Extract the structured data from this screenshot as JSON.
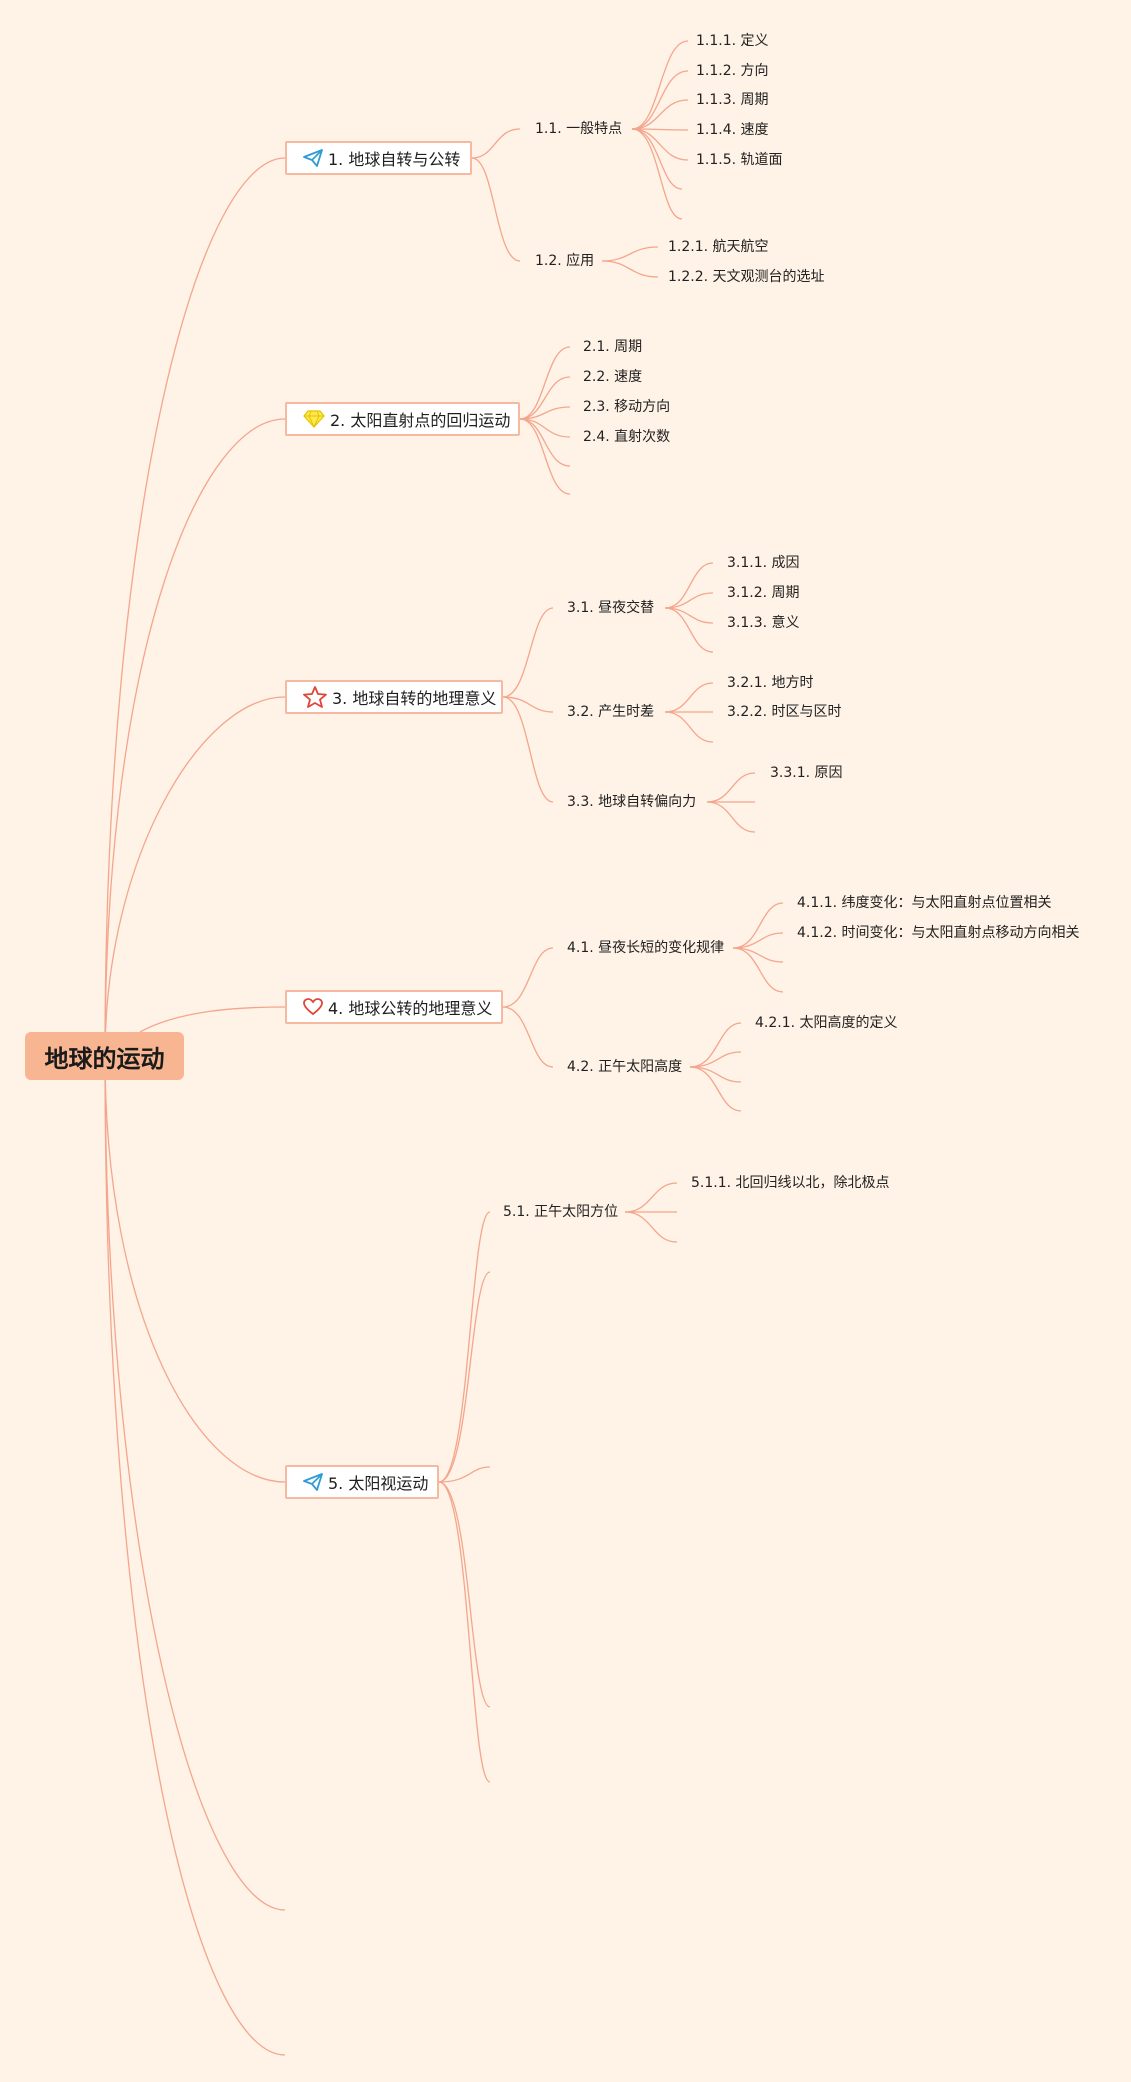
{
  "root": {
    "label": "地球的运动"
  },
  "topics": [
    {
      "label": "1. 地球自转与公转",
      "icon": "paper-plane-icon"
    },
    {
      "label": "2. 太阳直射点的回归运动",
      "icon": "diamond-icon"
    },
    {
      "label": "3. 地球自转的地理意义",
      "icon": "star-icon"
    },
    {
      "label": "4. 地球公转的地理意义",
      "icon": "heart-icon"
    },
    {
      "label": "5. 太阳视运动",
      "icon": "paper-plane-icon"
    }
  ],
  "subtopics": {
    "t1_1": "1.1. 一般特点",
    "t1_2": "1.2. 应用",
    "t3_1": "3.1. 昼夜交替",
    "t3_2": "3.2. 产生时差",
    "t3_3": "3.3. 地球自转偏向力",
    "t4_1": "4.1. 昼夜长短的变化规律",
    "t4_2": "4.2. 正午太阳高度",
    "t5_1": "5.1. 正午太阳方位"
  },
  "leaves": {
    "l111": "1.1.1. 定义",
    "l112": "1.1.2. 方向",
    "l113": "1.1.3. 周期",
    "l114": "1.1.4. 速度",
    "l115": "1.1.5. 轨道面",
    "l121": "1.2.1. 航天航空",
    "l122": "1.2.2. 天文观测台的选址",
    "l21": "2.1. 周期",
    "l22": "2.2. 速度",
    "l23": "2.3. 移动方向",
    "l24": "2.4. 直射次数",
    "l311": "3.1.1. 成因",
    "l312": "3.1.2. 周期",
    "l313": "3.1.3. 意义",
    "l321": "3.2.1. 地方时",
    "l322": "3.2.2. 时区与区时",
    "l331": "3.3.1. 原因",
    "l411": "4.1.1. 纬度变化：与太阳直射点位置相关",
    "l412": "4.1.2. 时间变化：与太阳直射点移动方向相关",
    "l421": "4.2.1. 太阳高度的定义",
    "l511": "5.1.1. 北回归线以北，除北极点"
  },
  "colors": {
    "background": "#fff2e6",
    "line": "#f4a68d",
    "root_fill": "#f7b592",
    "topic_border": "#f6b9a0"
  }
}
